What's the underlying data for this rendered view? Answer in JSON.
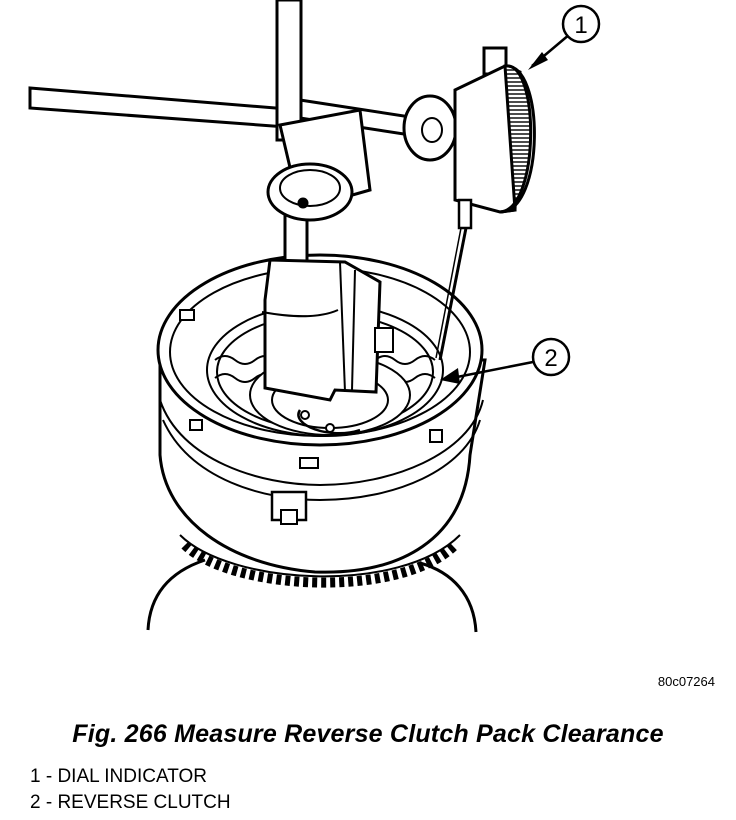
{
  "figure": {
    "callouts": [
      {
        "number": "1"
      },
      {
        "number": "2"
      }
    ],
    "image_code": "80c07264"
  },
  "caption": "Fig. 266 Measure Reverse Clutch Pack Clearance",
  "legend": [
    {
      "text": "1 - DIAL INDICATOR"
    },
    {
      "text": "2 - REVERSE CLUTCH"
    }
  ]
}
